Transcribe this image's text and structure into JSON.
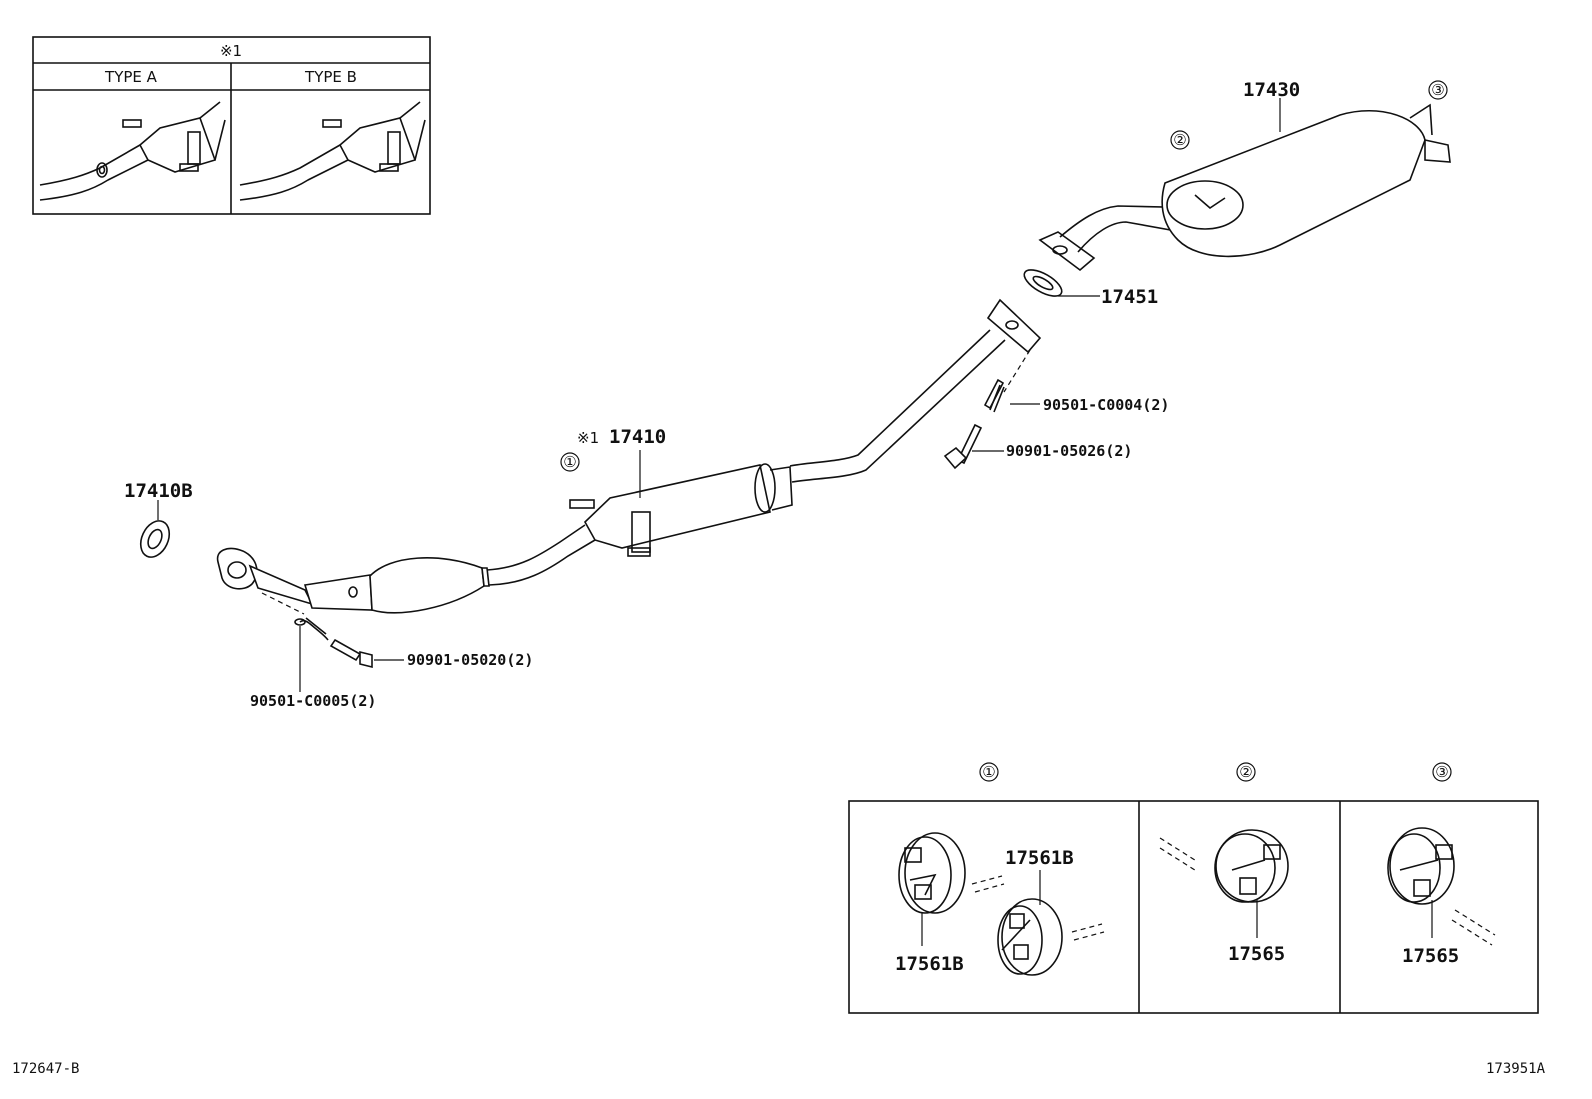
{
  "inset": {
    "title": "※1",
    "type_a": "TYPE A",
    "type_b": "TYPE B"
  },
  "parts": {
    "tailpipe_assy": "17430",
    "gasket_17451": "17451",
    "clamp_90501_c0004": "90501-C0004(2)",
    "bolt_90901_05026": "90901-05026(2)",
    "front_pipe_note": "※1",
    "front_pipe": "17410",
    "ring_17410b": "17410B",
    "bolt_90901_05020": "90901-05020(2)",
    "spring_90501_c0005": "90501-C0005(2)"
  },
  "callouts": {
    "c1": "①",
    "c2": "②",
    "c3": "③"
  },
  "mounts": {
    "header_1": "①",
    "header_2": "②",
    "header_3": "③",
    "cushion_1a": "17561B",
    "cushion_1b": "17561B",
    "cushion_2": "17565",
    "cushion_3": "17565"
  },
  "footer": {
    "left_code": "172647-B",
    "right_code": "173951A"
  }
}
